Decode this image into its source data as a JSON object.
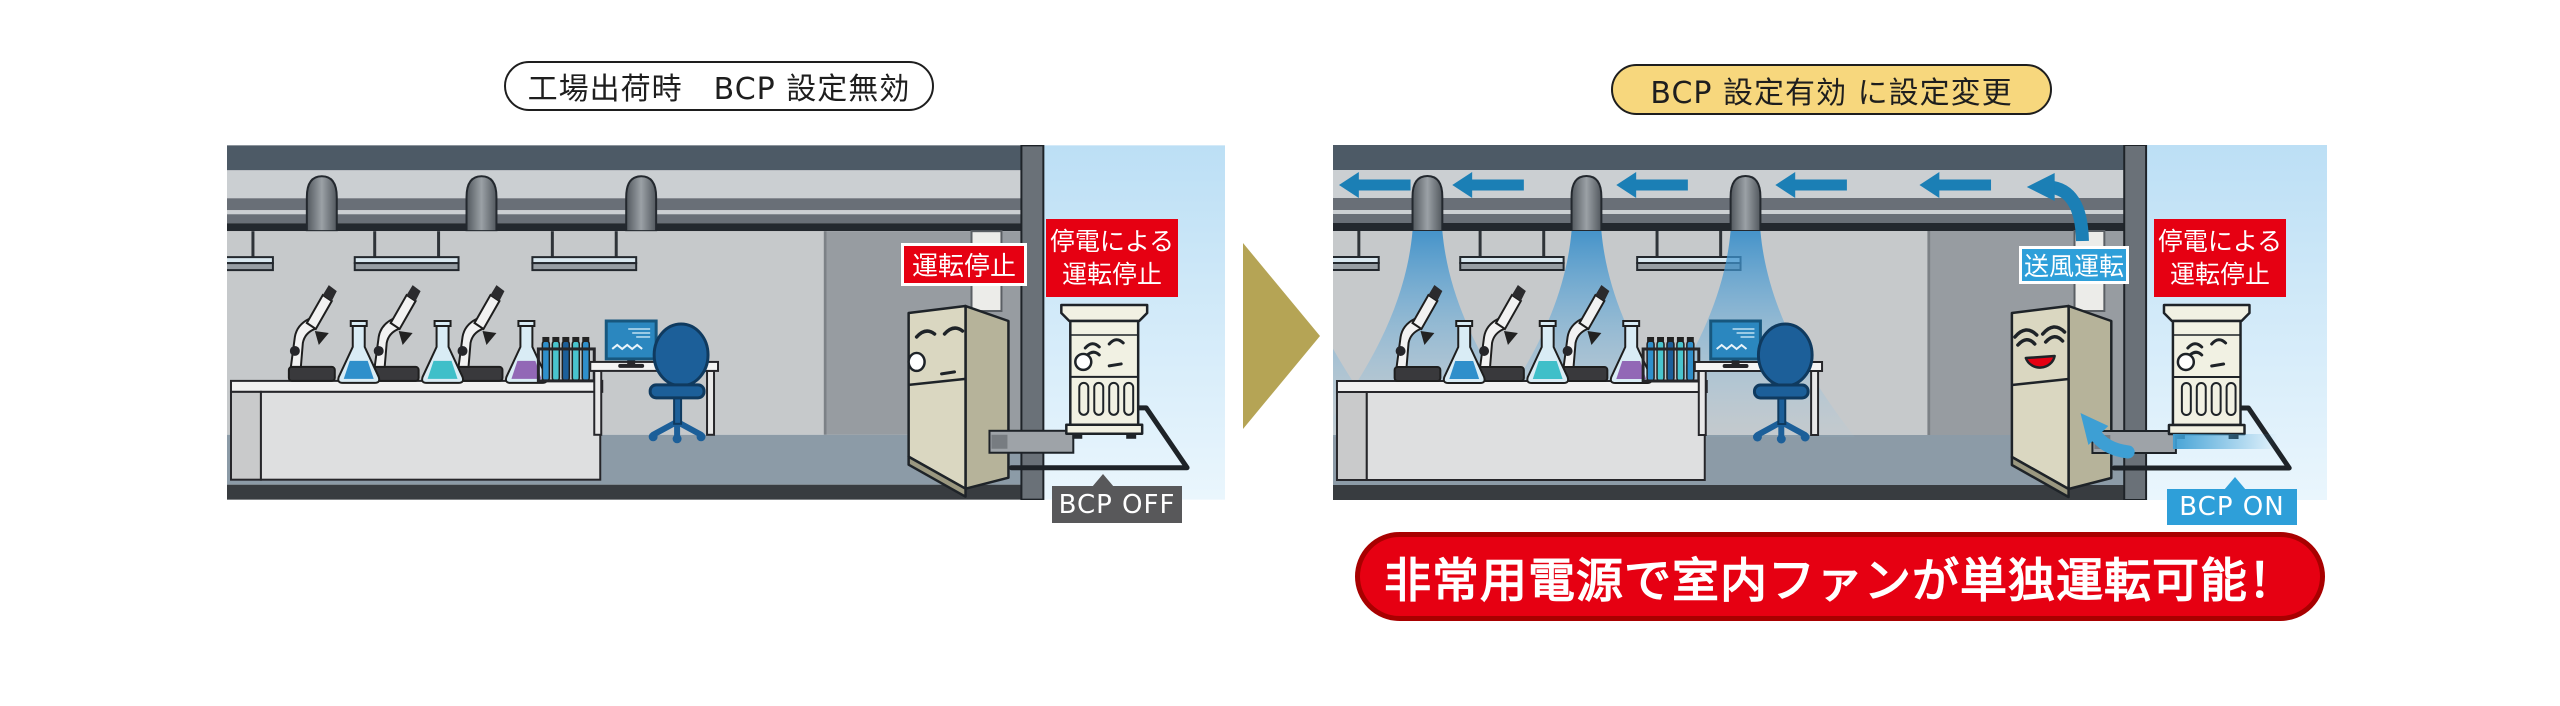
{
  "header": {
    "left_title": "工場出荷時　BCP 設定無効",
    "right_title": "BCP 設定有効 に設定変更"
  },
  "left_panel": {
    "indoor_unit_badge": "運転停止",
    "outdoor_unit_badge": "停電による\n運転停止",
    "bcp_state_label": "BCP OFF"
  },
  "right_panel": {
    "indoor_unit_badge": "送風運転",
    "outdoor_unit_badge": "停電による\n運転停止",
    "bcp_state_label": "BCP ON"
  },
  "banner": {
    "text": "非常用電源で室内ファンが単独運転可能！"
  },
  "colors": {
    "alert_red": "#E60012",
    "banner_border_red": "#A80000",
    "bcp_on_blue": "#2E9FD9",
    "bcp_off_gray": "#58585A",
    "highlight_yellow": "#F7D77D",
    "transition_arrow_gold": "#B5A455",
    "airflow_blue": "#1B7FB5",
    "outside_sky_blue": "#BCDFF5"
  },
  "icons": {
    "transition_arrow": "right-pointing-triangle",
    "duct_airflow": "left-pointing-arrows",
    "left_indoor_unit_face": "sleeping-face",
    "right_indoor_unit_face": "happy-face",
    "outdoor_unit_face": "sleeping-face"
  }
}
